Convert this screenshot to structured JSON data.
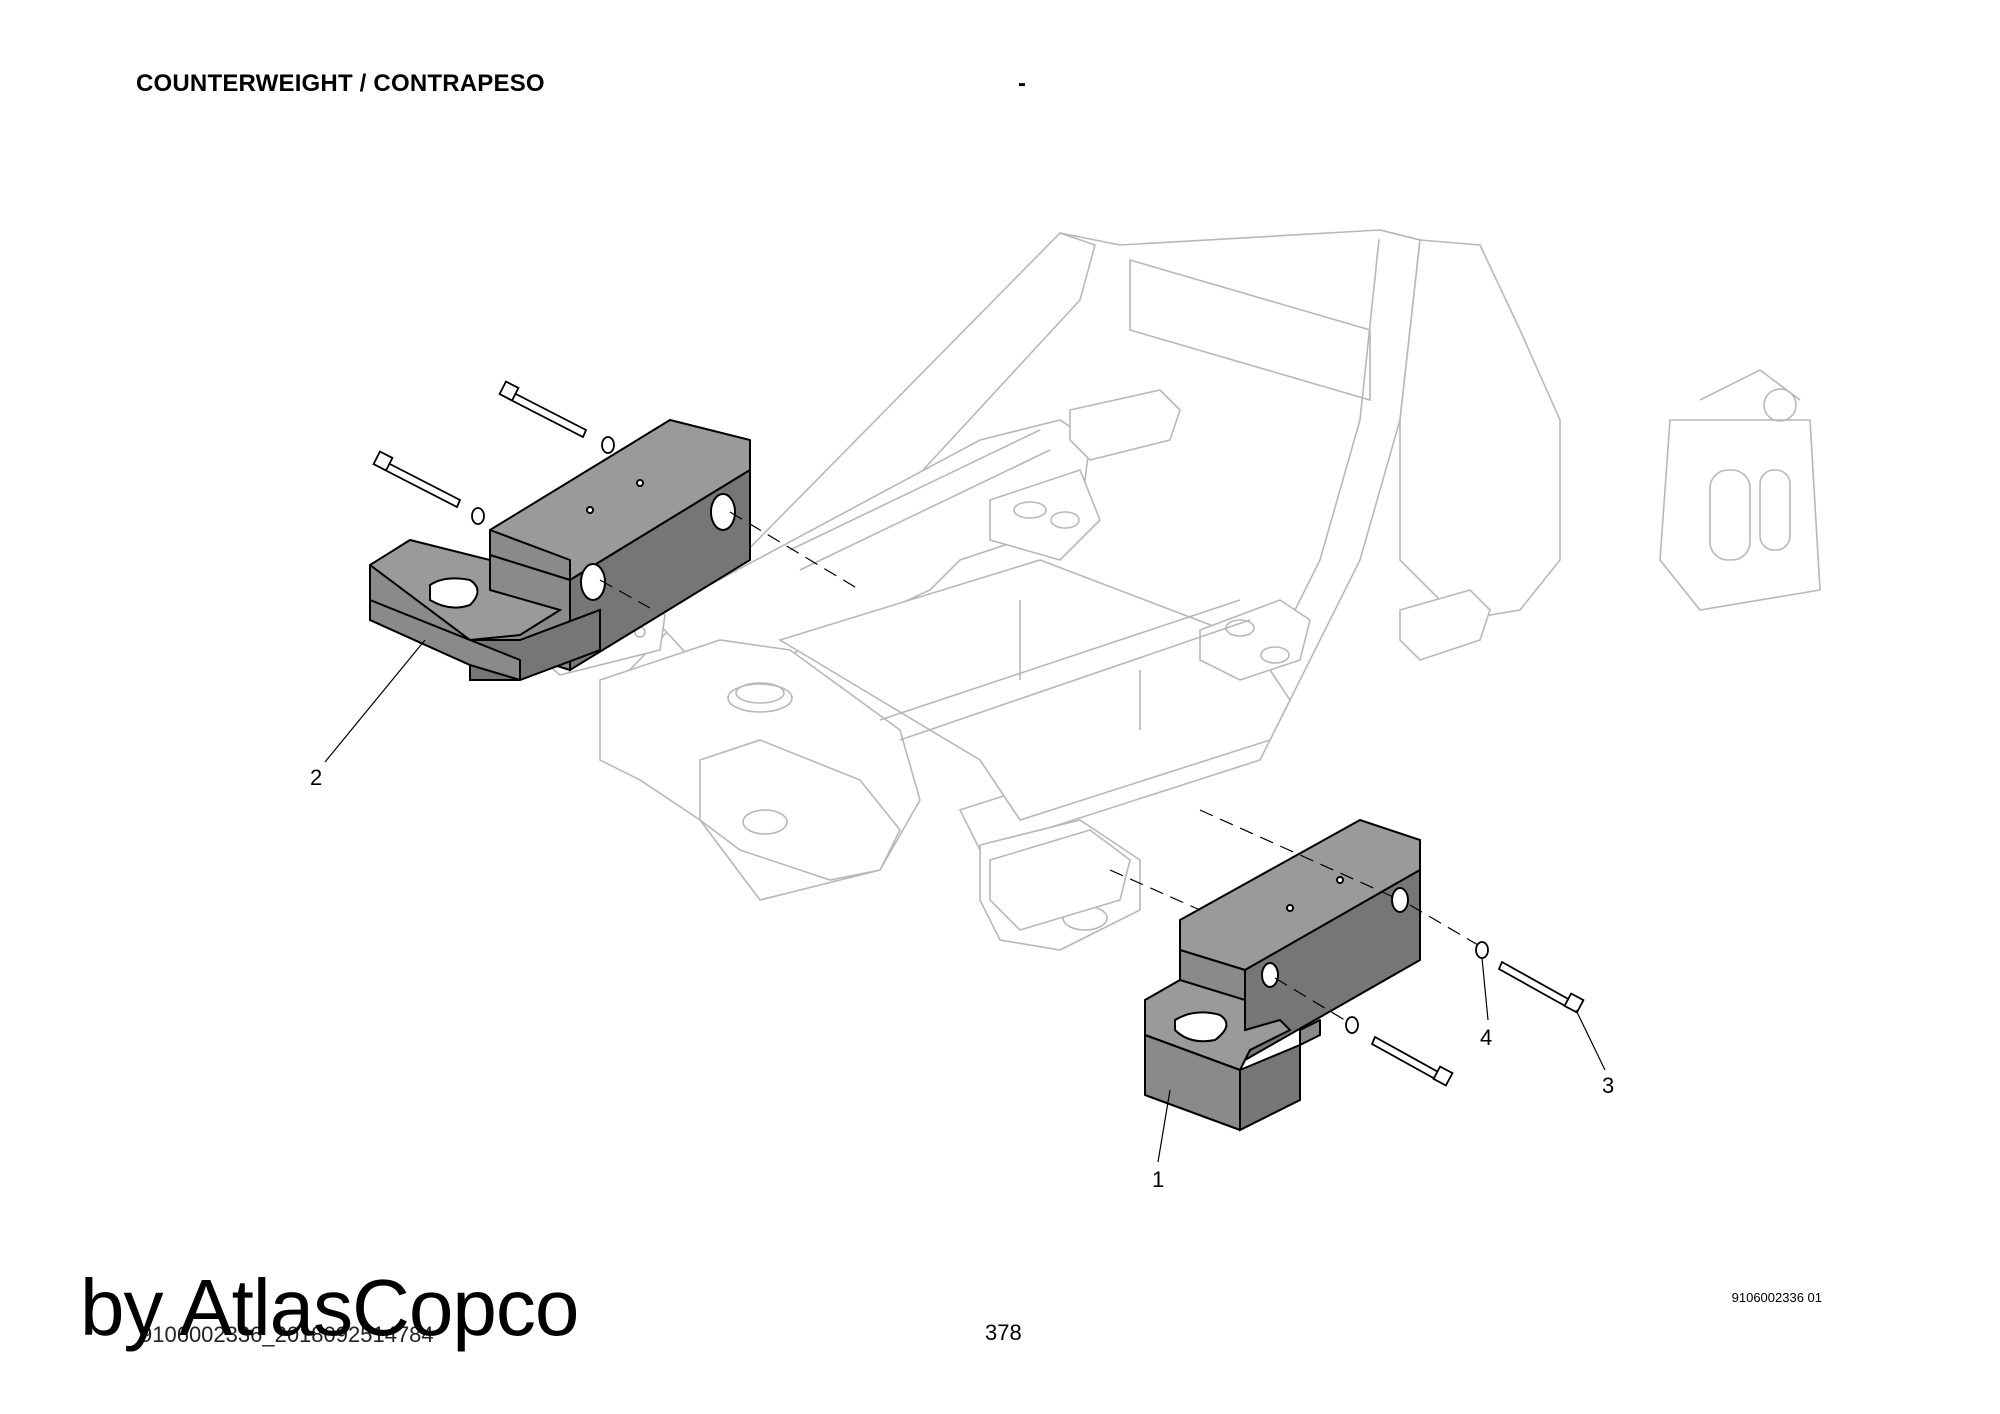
{
  "header": {
    "title": "COUNTERWEIGHT / CONTRAPESO",
    "dash": "-"
  },
  "callouts": [
    {
      "label": "1"
    },
    {
      "label": "2"
    },
    {
      "label": "3"
    },
    {
      "label": "4"
    }
  ],
  "footer": {
    "figure_ref": "9106002336 01",
    "page_number": "378",
    "doc_code": "9106002336_2018092514784",
    "watermark": "by AtlasCopco"
  },
  "colors": {
    "counterweight": "#8a8a8a",
    "frame_lines": "#b8b8b8",
    "ink": "#000000"
  }
}
